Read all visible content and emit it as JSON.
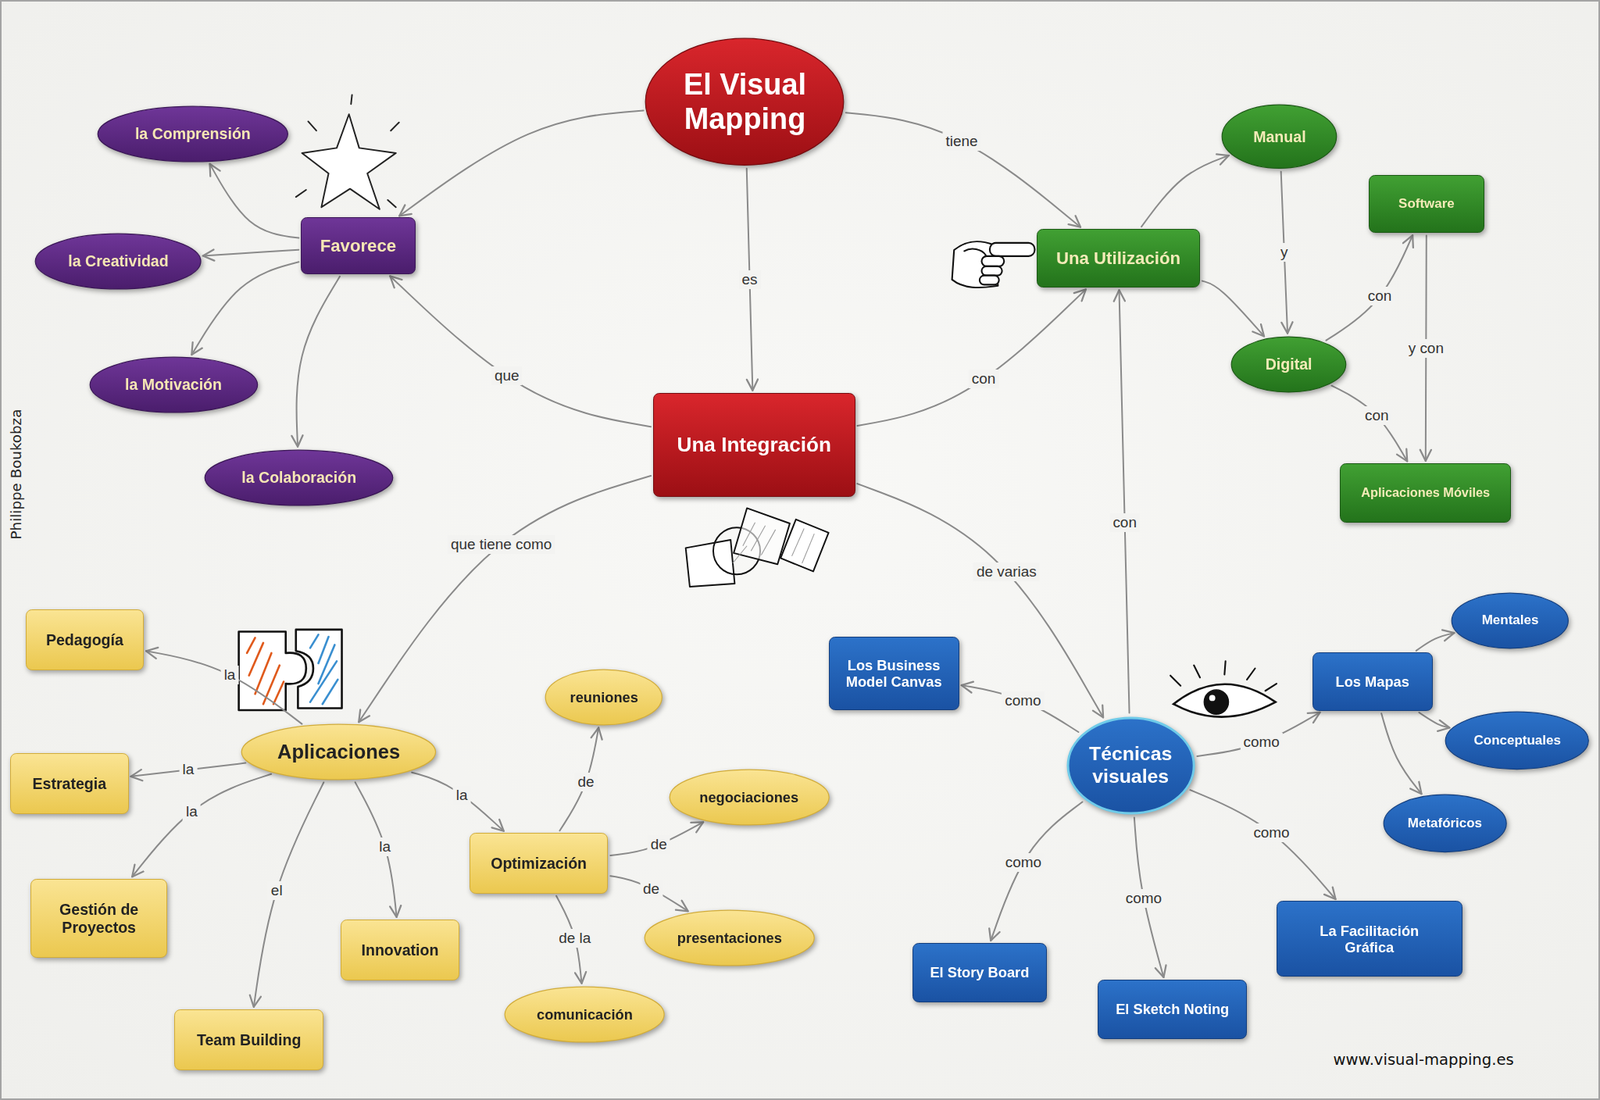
{
  "diagram": {
    "nodes": [
      {
        "text": [
          "El Visual Mapping"
        ]
      },
      {
        "text": [
          "Favorece"
        ]
      },
      {
        "text": [
          "la Comprensión"
        ]
      },
      {
        "text": [
          "la Creatividad"
        ]
      },
      {
        "text": [
          "la Motivación"
        ]
      },
      {
        "text": [
          "la Colaboración"
        ]
      },
      {
        "text": [
          "Una Utilización"
        ]
      },
      {
        "text": [
          "Manual"
        ]
      },
      {
        "text": [
          "Digital"
        ]
      },
      {
        "text": [
          "Software"
        ]
      },
      {
        "text": [
          "Aplicaciones Móviles"
        ]
      },
      {
        "text": [
          "Una Integración"
        ]
      },
      {
        "text": [
          "Aplicaciones"
        ]
      },
      {
        "text": [
          "Pedagogía"
        ]
      },
      {
        "text": [
          "Estrategia"
        ]
      },
      {
        "text": [
          "Gestión de Proyectos"
        ]
      },
      {
        "text": [
          "Team Building"
        ]
      },
      {
        "text": [
          "Innovation"
        ]
      },
      {
        "text": [
          "Optimización"
        ]
      },
      {
        "text": [
          "reuniones"
        ]
      },
      {
        "text": [
          "negociaciones"
        ]
      },
      {
        "text": [
          "presentaciones"
        ]
      },
      {
        "text": [
          "comunicación"
        ]
      },
      {
        "text": [
          "Técnicas visuales"
        ]
      },
      {
        "text": [
          "Los Business Model Canvas"
        ]
      },
      {
        "text": [
          "Los Mapas"
        ]
      },
      {
        "text": [
          "Mentales"
        ]
      },
      {
        "text": [
          "Conceptuales"
        ]
      },
      {
        "text": [
          "Metafóricos"
        ]
      },
      {
        "text": [
          "La Facilitación Gráfica"
        ]
      },
      {
        "text": [
          "El Sketch Noting"
        ]
      },
      {
        "text": [
          "El Story Board"
        ]
      }
    ],
    "edges": [
      {
        "from": 0,
        "to": 1,
        "arrow": "to"
      },
      {
        "from": 1,
        "to": 2,
        "arrow": "to"
      },
      {
        "from": 1,
        "to": 3,
        "arrow": "to"
      },
      {
        "from": 1,
        "to": 4,
        "arrow": "to"
      },
      {
        "from": 1,
        "to": 5,
        "arrow": "to"
      },
      {
        "from": 0,
        "to": 6,
        "label": "tiene",
        "arrow": "to"
      },
      {
        "from": 0,
        "to": 11,
        "label": "es",
        "arrow": "to"
      },
      {
        "from": 11,
        "to": 1,
        "label": "que",
        "arrow": "to"
      },
      {
        "from": 11,
        "to": 6,
        "label": "con",
        "arrow": "to"
      },
      {
        "from": 6,
        "to": 7,
        "arrow": "to"
      },
      {
        "from": 7,
        "to": 8,
        "label": "y",
        "arrow": "to"
      },
      {
        "from": 6,
        "to": 8,
        "arrow": "to"
      },
      {
        "from": 8,
        "to": 9,
        "label": "con",
        "arrow": "to"
      },
      {
        "from": 9,
        "to": 10,
        "label": "y con",
        "arrow": "to"
      },
      {
        "from": 8,
        "to": 10,
        "label": "con",
        "arrow": "to"
      },
      {
        "from": 11,
        "to": 12,
        "label": "que tiene como",
        "arrow": "to"
      },
      {
        "from": 11,
        "to": 23,
        "label": "de varias",
        "arrow": "to"
      },
      {
        "from": 23,
        "to": 6,
        "label": "con",
        "arrow": "to"
      },
      {
        "from": 12,
        "to": 13,
        "label": "la",
        "arrow": "to"
      },
      {
        "from": 12,
        "to": 14,
        "label": "la",
        "arrow": "to"
      },
      {
        "from": 12,
        "to": 15,
        "label": "la",
        "arrow": "to"
      },
      {
        "from": 12,
        "to": 16,
        "label": "el",
        "arrow": "to"
      },
      {
        "from": 12,
        "to": 17,
        "label": "la",
        "arrow": "to"
      },
      {
        "from": 12,
        "to": 18,
        "label": "la",
        "arrow": "to"
      },
      {
        "from": 18,
        "to": 19,
        "label": "de",
        "arrow": "to"
      },
      {
        "from": 18,
        "to": 20,
        "label": "de",
        "arrow": "to"
      },
      {
        "from": 18,
        "to": 21,
        "label": "de",
        "arrow": "to"
      },
      {
        "from": 18,
        "to": 22,
        "label": "de la",
        "arrow": "to"
      },
      {
        "from": 23,
        "to": 24,
        "label": "como",
        "arrow": "to"
      },
      {
        "from": 23,
        "to": 25,
        "label": "como",
        "arrow": "to"
      },
      {
        "from": 23,
        "to": 31,
        "label": "como",
        "arrow": "to"
      },
      {
        "from": 23,
        "to": 30,
        "label": "como",
        "arrow": "to"
      },
      {
        "from": 23,
        "to": 29,
        "label": "como",
        "arrow": "to"
      },
      {
        "from": 25,
        "to": 26,
        "arrow": "to"
      },
      {
        "from": 25,
        "to": 27,
        "arrow": "to"
      },
      {
        "from": 25,
        "to": 28,
        "arrow": "to"
      }
    ],
    "labels": [
      "Philippe Boukobza",
      "www.visual-mapping.es"
    ]
  }
}
